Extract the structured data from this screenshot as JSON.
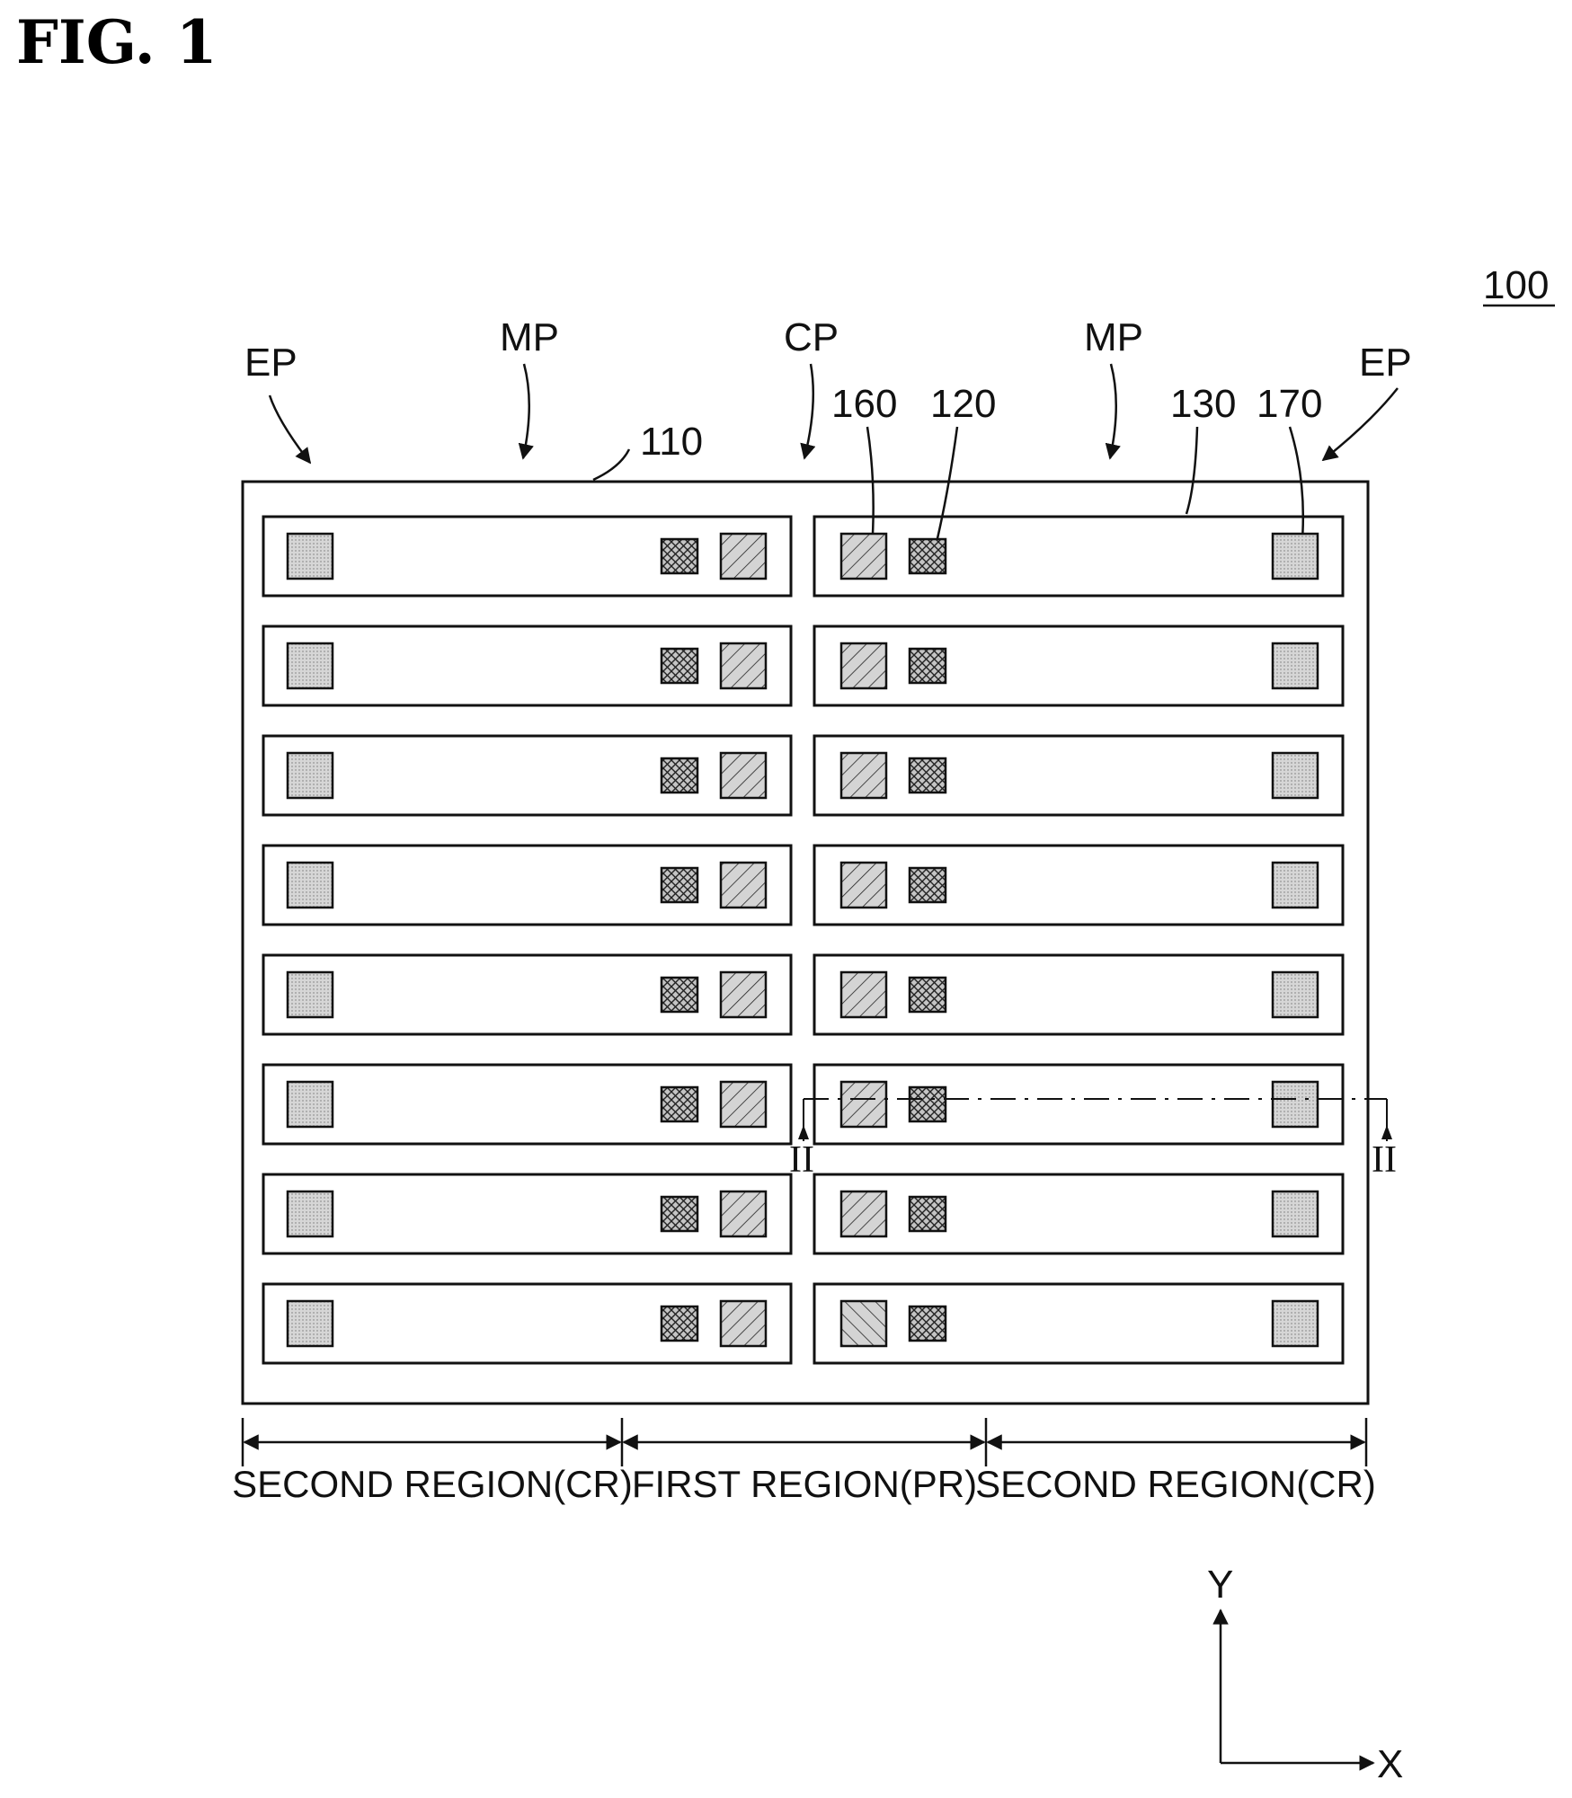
{
  "figure": {
    "title": "FIG.  1",
    "device_ref": "100"
  },
  "labels": {
    "ep_left": "EP",
    "mp_left": "MP",
    "ref_110": "110",
    "cp": "CP",
    "ref_160": "160",
    "ref_120": "120",
    "mp_right": "MP",
    "ref_130": "130",
    "ref_170": "170",
    "ep_right": "EP"
  },
  "section_line": {
    "left_label": "II",
    "right_label": "II"
  },
  "regions": {
    "left": "SECOND REGION(CR)",
    "center": "FIRST REGION(PR)",
    "right": "SECOND REGION(CR)"
  },
  "axes": {
    "y_label": "Y",
    "x_label": "X"
  },
  "grid": {
    "rows": 8,
    "columns": 2
  },
  "colors": {
    "stroke": "#111111",
    "gray_fill": "#d8d8d8"
  }
}
